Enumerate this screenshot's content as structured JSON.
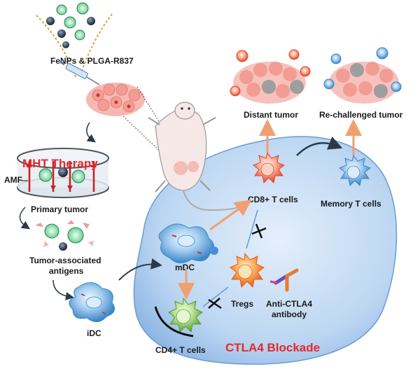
{
  "labels": {
    "nanoparticles": "FeNPs & PLGA-R837",
    "mht_therapy": "MHT Therapy",
    "amf": "AMF",
    "primary_tumor": "Primary tumor",
    "tumor_antigens_line1": "Tumor-associated",
    "tumor_antigens_line2": "antigens",
    "idc": "iDC",
    "mdc": "mDC",
    "cd8_t_cells": "CD8+ T cells",
    "memory_t_cells": "Memory T cells",
    "distant_tumor": "Distant tumor",
    "rechallenged_tumor": "Re-challenged tumor",
    "tregs": "Tregs",
    "anti_ctla4_line1": "Anti-CTLA4",
    "anti_ctla4_line2": "antibody",
    "cd4_t_cells": "CD4+ T cells",
    "ctla4_blockade": "CTLA4 Blockade"
  },
  "colors": {
    "blockade_text": "#e8262a",
    "mht_text": "#e8262a",
    "cd8_cell": "#f26a4a",
    "memory_cell": "#4d9fd6",
    "treg_cell": "#f07a2a",
    "cd4_cell": "#7fbf4a",
    "dc_cell": "#4a8fd8",
    "arrow_orange": "#f0a070",
    "background_blob": "#b8d4f0"
  }
}
